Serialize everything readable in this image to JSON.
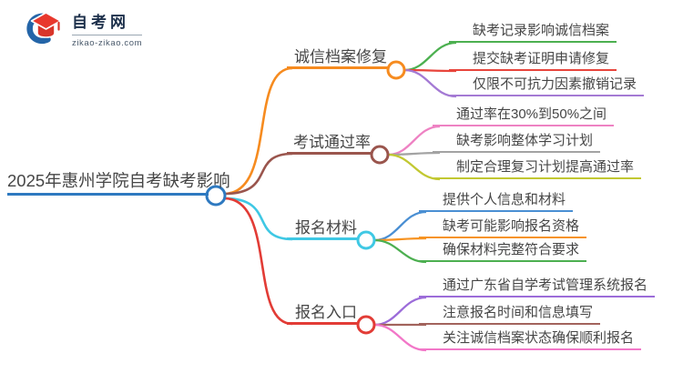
{
  "page": {
    "background": "#ffffff",
    "text_color": "#464646"
  },
  "logo": {
    "title": "自考网",
    "domain": "zikao-zikao.com",
    "icon": "graduation-cap-icon",
    "brand_blue": "#2465a8",
    "brand_red": "#e8382d"
  },
  "mindmap": {
    "root": {
      "label": "2025年惠州学院自考缺考影响",
      "color": "#2e79c0"
    },
    "branches": [
      {
        "label": "诚信档案修复",
        "color": "#f68b1f",
        "children": [
          {
            "label": "缺考记录影响诚信档案",
            "color": "#4cb050"
          },
          {
            "label": "提交缺考证明申请修复",
            "color": "#e8453c"
          },
          {
            "label": "仅限不可抗力因素撤销记录",
            "color": "#a47ad4"
          }
        ]
      },
      {
        "label": "考试通过率",
        "color": "#9a554d",
        "children": [
          {
            "label": "通过率在30%到50%之间",
            "color": "#ee82c3"
          },
          {
            "label": "缺考影响整体学习计划",
            "color": "#a3a3a3"
          },
          {
            "label": "制定合理复习计划提高通过率",
            "color": "#c2c832"
          }
        ]
      },
      {
        "label": "报名材料",
        "color": "#3fc8e4",
        "children": [
          {
            "label": "提供个人信息和材料",
            "color": "#4a8fd3"
          },
          {
            "label": "缺考可能影响报名资格",
            "color": "#f79321"
          },
          {
            "label": "确保材料完整符合要求",
            "color": "#4caf50"
          }
        ]
      },
      {
        "label": "报名入口",
        "color": "#e23c36",
        "children": [
          {
            "label": "通过广东省自学考试管理系统报名",
            "color": "#9c6cd9"
          },
          {
            "label": "注意报名时间和信息填写",
            "color": "#a2635c"
          },
          {
            "label": "关注诚信档案状态确保顺利报名",
            "color": "#f277c8"
          }
        ]
      }
    ]
  }
}
